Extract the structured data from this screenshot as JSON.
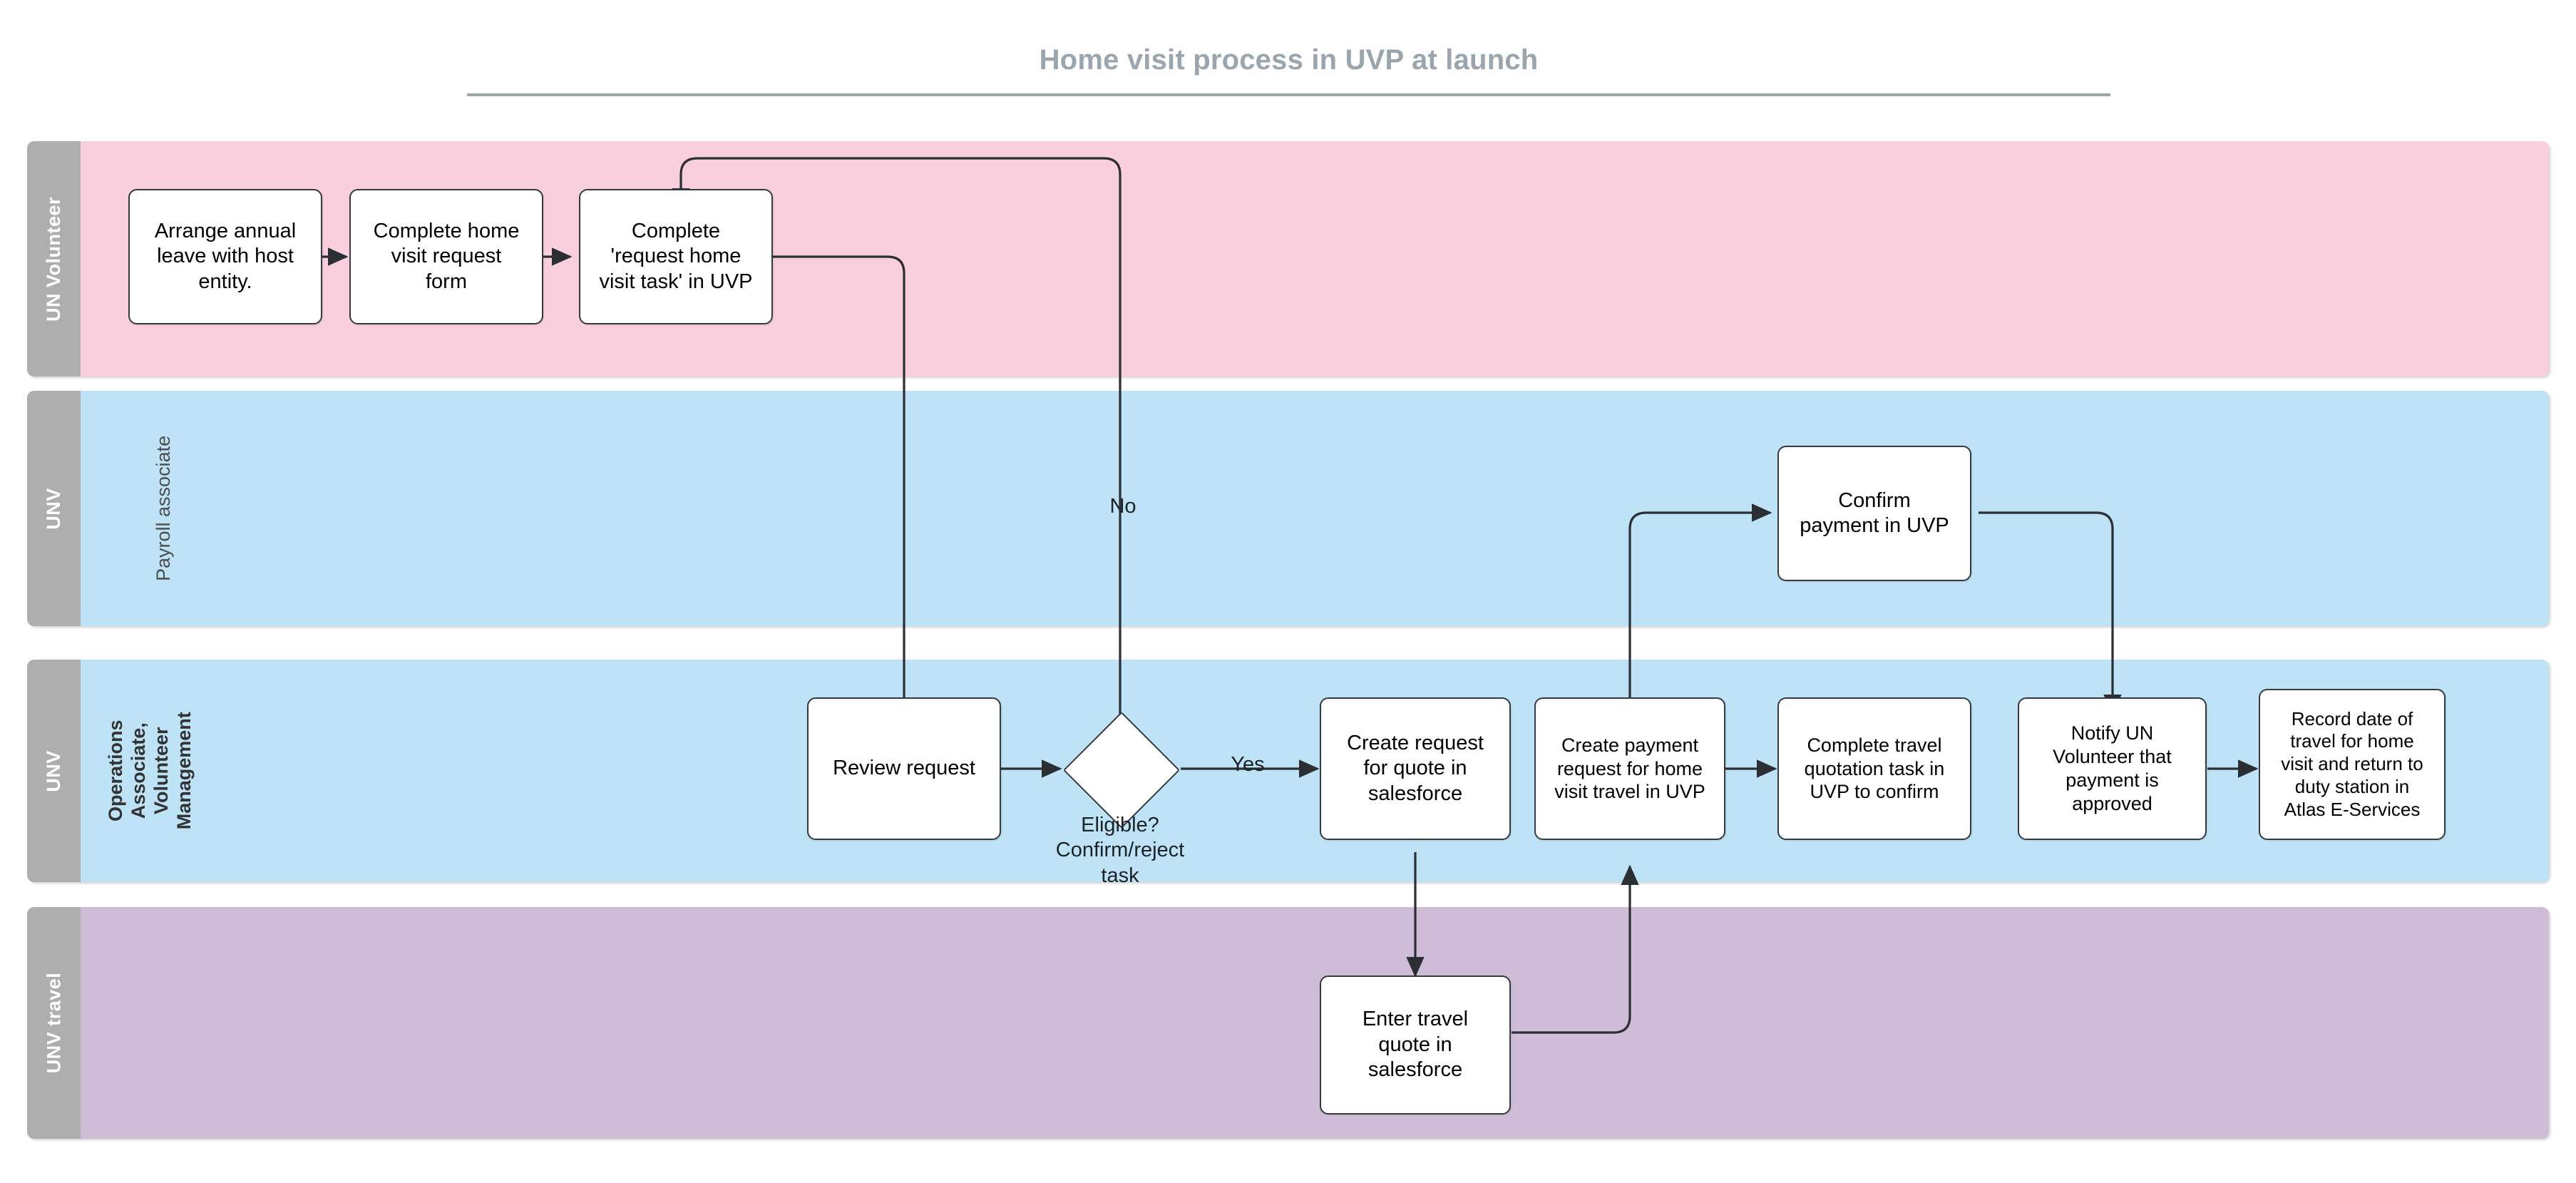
{
  "title": "Home visit process in UVP at launch",
  "lanes": [
    {
      "id": "volunteer",
      "header": "UN Volunteer",
      "sublabel": "",
      "color": "#f9cedd"
    },
    {
      "id": "payroll",
      "header": "UNV",
      "sublabel": "Payroll associate",
      "color": "#bee3f7"
    },
    {
      "id": "ops",
      "header": "UNV",
      "sublabel": "Operations\nAssociate,\nVolunteer\nManagement",
      "color": "#bee3f7"
    },
    {
      "id": "travel",
      "header": "UNV travel",
      "sublabel": "",
      "color": "#cfbdd8"
    }
  ],
  "nodes": {
    "arrange_leave": "Arrange annual\nleave with host\nentity.",
    "complete_form": "Complete home\nvisit request\nform",
    "complete_task": "Complete\n'request home\nvisit task' in UVP",
    "review_request": "Review request",
    "eligible": "Eligible?\nConfirm/reject\ntask",
    "create_quote": "Create request\nfor quote in\nsalesforce",
    "enter_quote": "Enter travel\nquote in\nsalesforce",
    "create_payment": "Create payment\nrequest for home\nvisit travel in UVP",
    "confirm_payment": "Confirm\npayment in UVP",
    "complete_quotation": "Complete travel\nquotation task in\nUVP to confirm",
    "notify_volunteer": "Notify UN\nVolunteer that\npayment is\napproved",
    "record_date": "Record date of\ntravel for home\nvisit and return to\nduty station in\nAtlas E-Services"
  },
  "edge_labels": {
    "yes": "Yes",
    "no": "No"
  },
  "colors": {
    "title": "#9aa5ae",
    "lane_header": "#aeaeae",
    "lane_volunteer": "#f9cedd",
    "lane_payroll": "#bee3f7",
    "lane_ops": "#bee3f7",
    "lane_travel": "#cfbdd8",
    "node_border": "#343a40",
    "node_fill": "#ffffff",
    "connector": "#2b2f33"
  }
}
